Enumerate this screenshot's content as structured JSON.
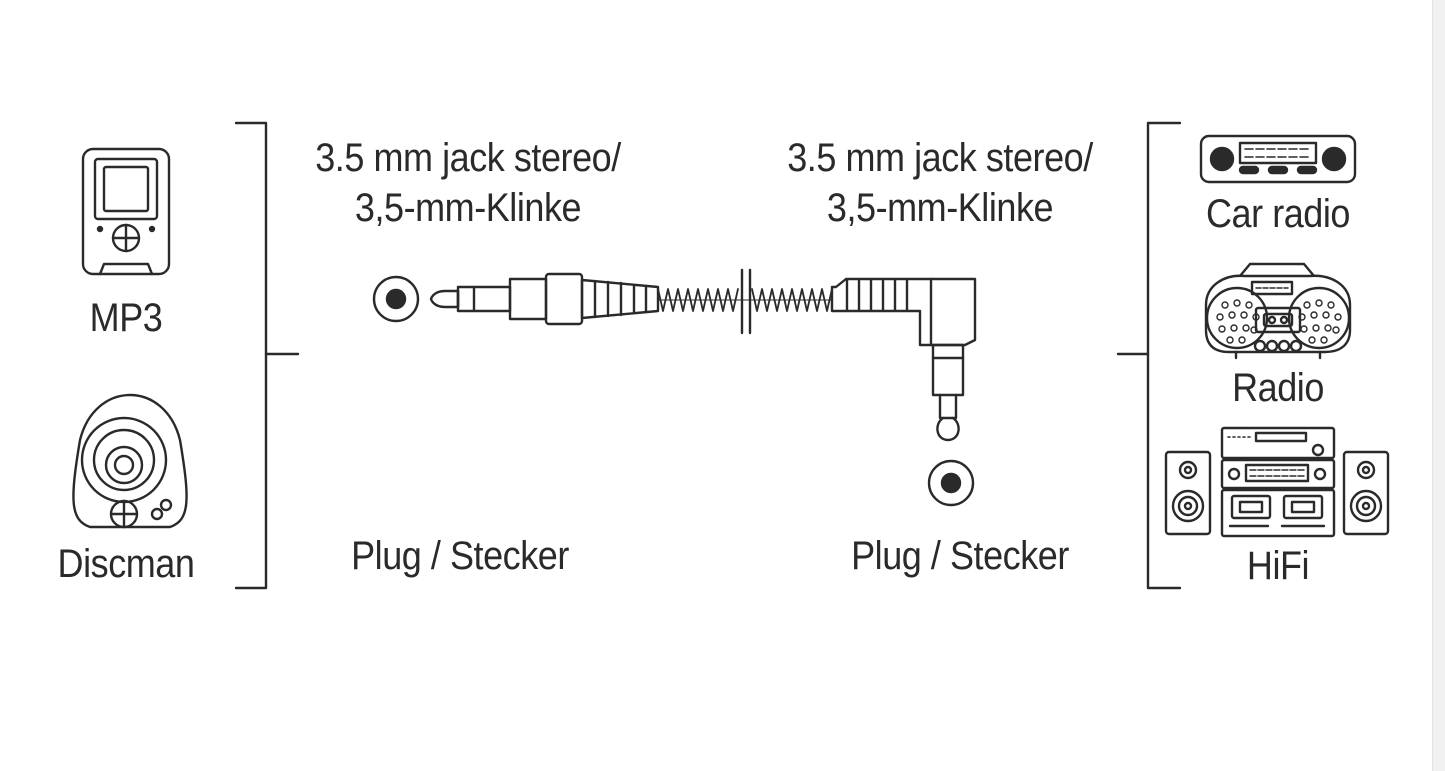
{
  "left_devices": {
    "mp3_label": "MP3",
    "discman_label": "Discman"
  },
  "connector_left": {
    "line1": "3.5 mm jack stereo/",
    "line2": "3,5-mm-Klinke",
    "type_label": "Plug / Stecker"
  },
  "connector_right": {
    "line1": "3.5 mm jack stereo/",
    "line2": "3,5-mm-Klinke",
    "type_label": "Plug / Stecker"
  },
  "right_devices": {
    "car_radio_label": "Car radio",
    "radio_label": "Radio",
    "hifi_label": "HiFi"
  },
  "icons": {
    "mp3": "mp3-player-icon",
    "discman": "discman-icon",
    "plug_left": "jack-plug-straight-icon",
    "plug_right": "jack-plug-angled-icon",
    "car_radio": "car-radio-icon",
    "radio": "boombox-icon",
    "hifi": "hifi-system-icon"
  },
  "colors": {
    "line": "#2a2a2a",
    "background": "#ffffff"
  }
}
